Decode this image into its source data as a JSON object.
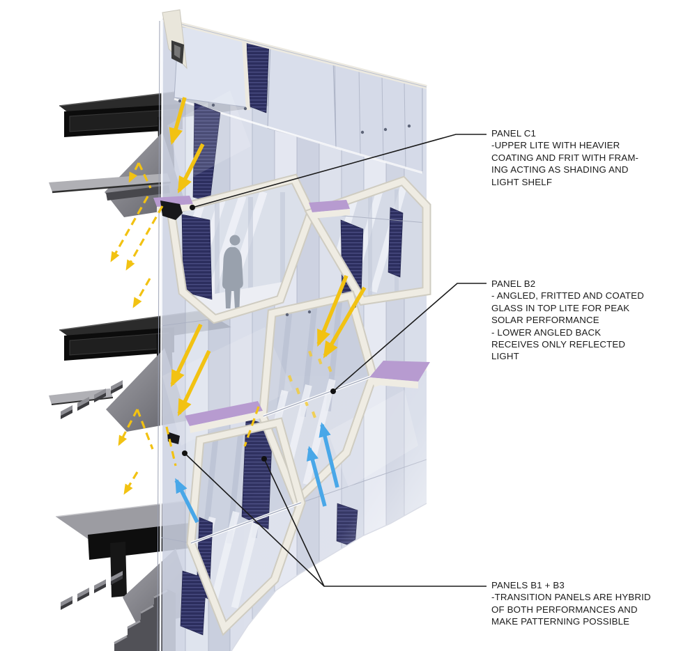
{
  "figure": {
    "type": "architectural facade axonometric diagram",
    "person": "human silhouette for scale"
  },
  "colors": {
    "light_shelf_purple": "#B79BD0",
    "shading_panel_navy": "#2C2E5E",
    "frame_white": "#EFECE3",
    "glass_blue_gray": "#CDD3E2",
    "structure_dark": "#1A1A1A",
    "leader_line_black": "#1A1A1A",
    "background": "#FFFFFF"
  },
  "icons": {
    "direct_sun_arrow": {
      "color": "#F2C212",
      "style": "solid"
    },
    "diffuse_sun_arrow": {
      "color": "#F2C212",
      "style": "dashed"
    },
    "reflected_light_arrow": {
      "color": "#49A7E8",
      "style": "solid"
    }
  },
  "annotations": [
    {
      "id": "panel-c1",
      "title": "PANEL C1",
      "lines": [
        "-UPPER LITE WITH HEAVIER",
        "COATING AND FRIT WITH FRAM-",
        "ING ACTING AS SHADING AND",
        "LIGHT SHELF"
      ]
    },
    {
      "id": "panel-b2",
      "title": "PANEL B2",
      "lines": [
        "- ANGLED, FRITTED AND COATED",
        "GLASS IN TOP LITE FOR PEAK",
        "SOLAR PERFORMANCE",
        "- LOWER ANGLED BACK",
        "RECEIVES ONLY REFLECTED",
        "LIGHT"
      ]
    },
    {
      "id": "panels-b1-b3",
      "title": "PANELS B1 + B3",
      "lines": [
        "-TRANSITION PANELS ARE HYBRID",
        "OF BOTH PERFORMANCES AND",
        "MAKE PATTERNING POSSIBLE"
      ]
    }
  ]
}
